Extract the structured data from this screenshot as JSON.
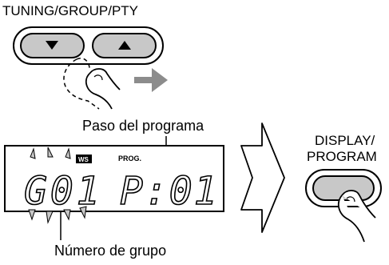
{
  "tuning_button": {
    "label": "TUNING/GROUP/PTY",
    "down_symbol": "▼",
    "up_symbol": "▲"
  },
  "callouts": {
    "program_step": "Paso del programa",
    "group_number": "Número de grupo"
  },
  "display": {
    "prog_indicator": "PROG.",
    "ws_badge": "WS",
    "group_text": "G01",
    "program_text": "P:01"
  },
  "display_program_button": {
    "label_line1": "DISPLAY/",
    "label_line2": "PROGRAM"
  },
  "colors": {
    "button_fill": "#c8c8c8",
    "display_glyph": "#ffffff",
    "ink": "#000000",
    "arrow_fill": "#8c8c8c"
  }
}
